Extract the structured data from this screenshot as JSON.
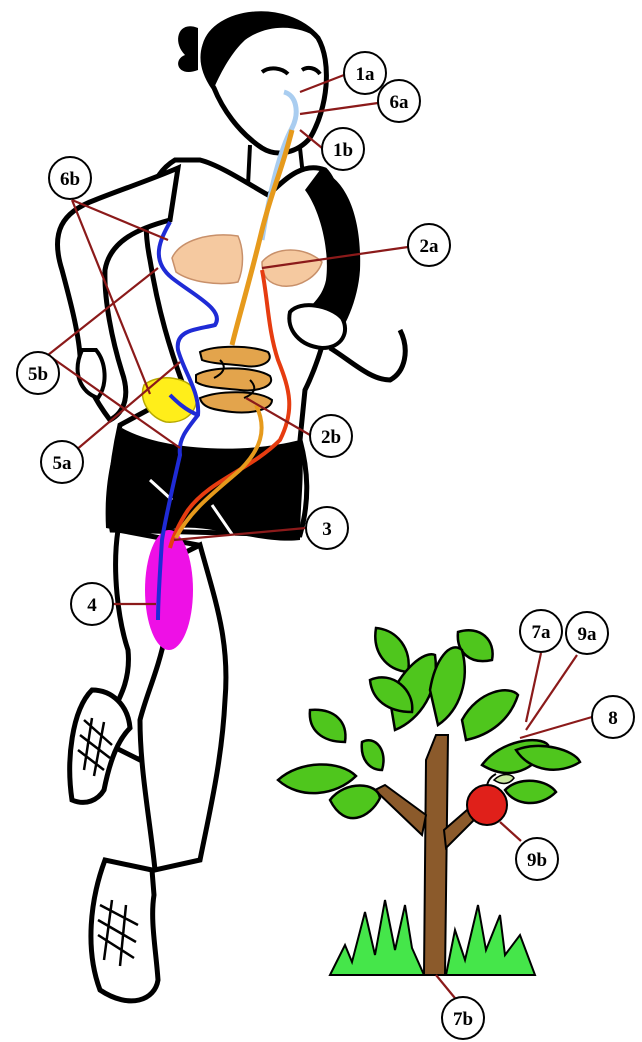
{
  "labels": {
    "l1a": "1a",
    "l6a": "6a",
    "l1b": "1b",
    "l6b": "6b",
    "l2a": "2a",
    "l5b": "5b",
    "l2b": "2b",
    "l5a": "5a",
    "l3": "3",
    "l4": "4",
    "l7a": "7a",
    "l9a": "9a",
    "l8": "8",
    "l9b": "9b",
    "l7b": "7b"
  },
  "colors": {
    "air_path": "#a9cdf0",
    "food_path": "#e69a1c",
    "lungs": "#f5c9a0",
    "intestine": "#e3a44c",
    "vein": "#1f2bd6",
    "artery": "#e63c10",
    "liver": "#ffee1a",
    "muscle": "#ee10e6",
    "leaf": "#4fc61d",
    "grass": "#45e64a",
    "trunk": "#8b5a2b",
    "apple": "#e0201a",
    "leader": "#8b1a1a"
  }
}
